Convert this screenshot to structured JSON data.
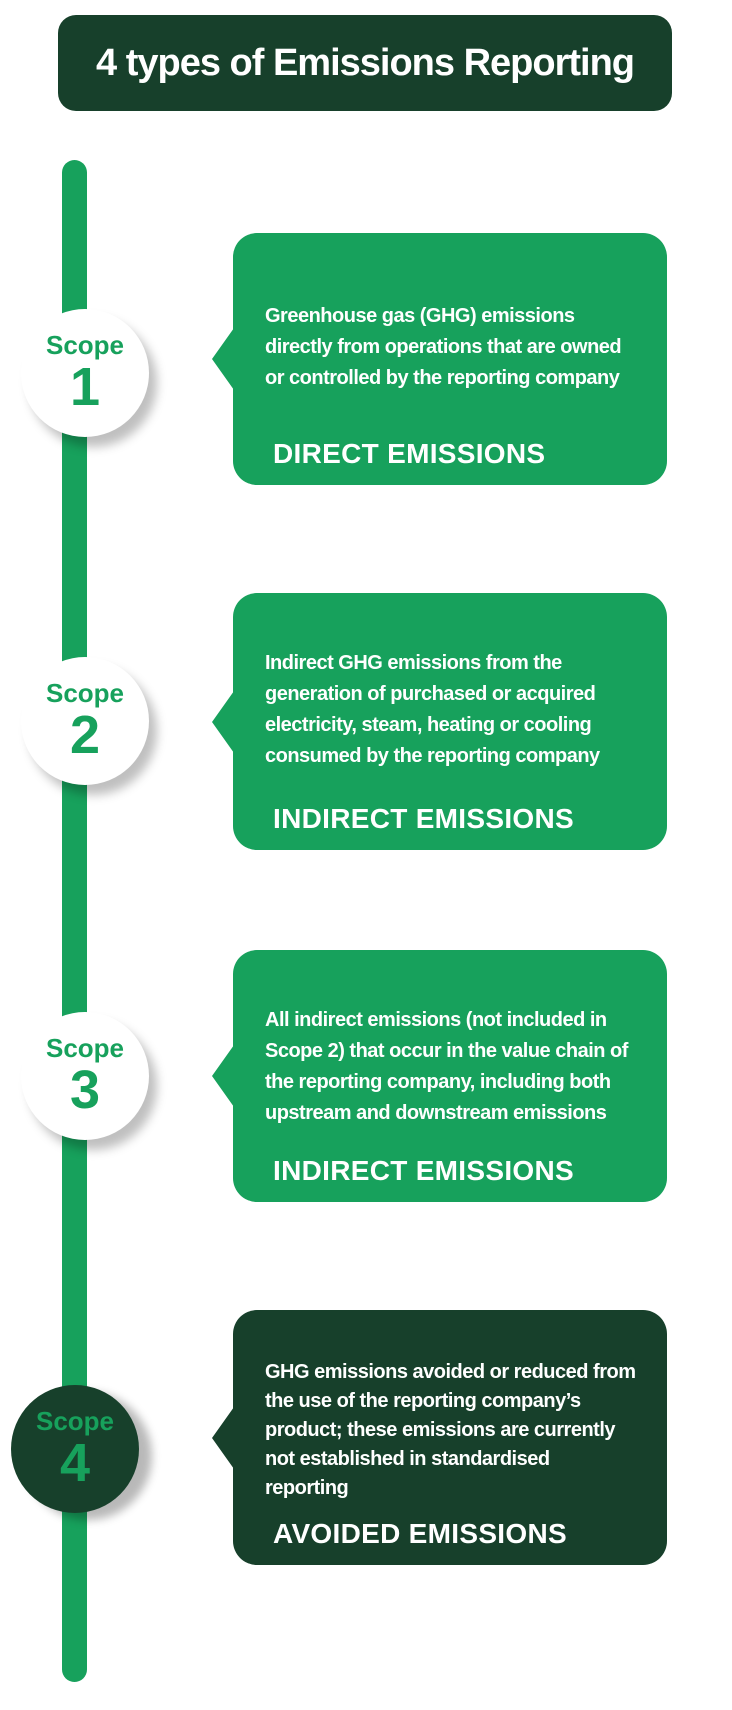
{
  "title": "4 types of Emissions Reporting",
  "theme": {
    "accent_green": "#17a15c",
    "dark_green": "#17402b",
    "text_on_cards": "#ffffff",
    "marker_shadow": "rgba(0,0,0,0.25)"
  },
  "scopes": [
    {
      "marker_label": "Scope",
      "marker_number": "1",
      "marker_style": "light",
      "card_style": "green",
      "description_lines": [
        "Greenhouse gas (GHG) emissions",
        "directly from operations that are owned",
        "or controlled by the reporting company"
      ],
      "category_label": "DIRECT EMISSIONS"
    },
    {
      "marker_label": "Scope",
      "marker_number": "2",
      "marker_style": "light",
      "card_style": "green",
      "description_lines": [
        "Indirect GHG emissions from the",
        "generation of purchased or acquired",
        "electricity, steam, heating or cooling",
        "consumed by the reporting company"
      ],
      "category_label": "INDIRECT EMISSIONS"
    },
    {
      "marker_label": "Scope",
      "marker_number": "3",
      "marker_style": "light",
      "card_style": "green",
      "description_lines": [
        "All indirect emissions (not included in",
        "Scope 2) that occur in the value chain of",
        "the reporting company, including both",
        "upstream and downstream emissions"
      ],
      "category_label": "INDIRECT EMISSIONS"
    },
    {
      "marker_label": "Scope",
      "marker_number": "4",
      "marker_style": "dark",
      "card_style": "dark",
      "description_lines": [
        "GHG emissions avoided or reduced from",
        "the use of the reporting company’s",
        "product; these emissions are currently",
        "not established in standardised",
        "reporting"
      ],
      "category_label": "AVOIDED EMISSIONS"
    }
  ]
}
